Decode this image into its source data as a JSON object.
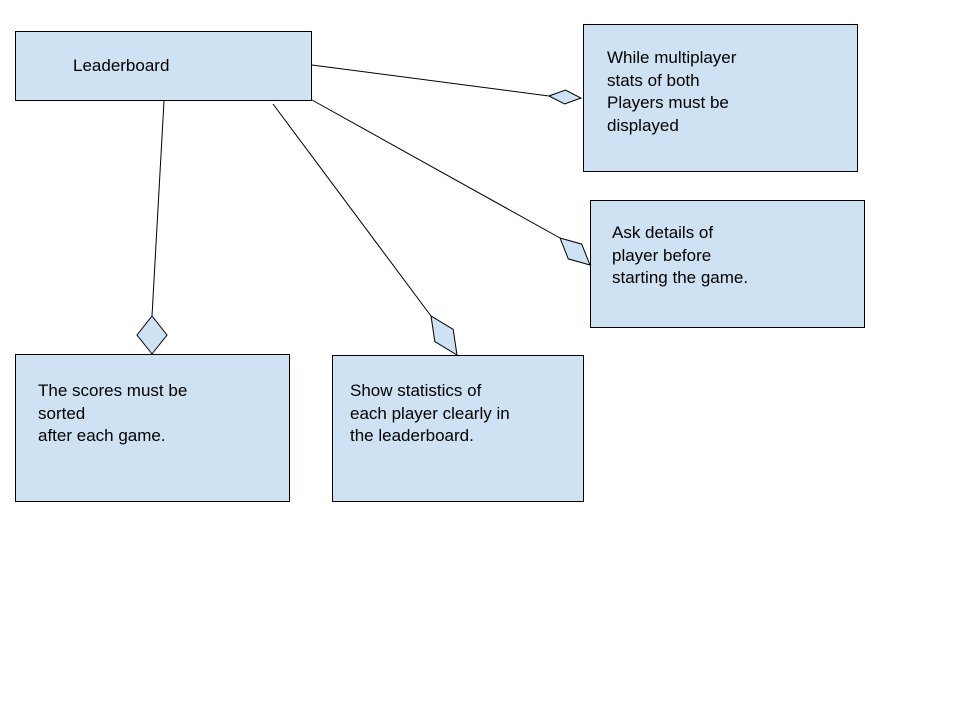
{
  "diagram": {
    "colors": {
      "box_fill": "#cfe2f3",
      "stroke": "#000000",
      "text": "#000000"
    },
    "central": {
      "label": "Leaderboard"
    },
    "nodes": [
      {
        "id": "multiplayer",
        "lines": [
          "While multiplayer",
          "stats of both",
          "Players must be",
          "displayed"
        ]
      },
      {
        "id": "ask",
        "lines": [
          "Ask details of",
          "player before",
          "starting the game."
        ]
      },
      {
        "id": "scores",
        "lines": [
          "The scores must be",
          "sorted",
          "after each game."
        ]
      },
      {
        "id": "stats",
        "lines": [
          "Show statistics of",
          "each player clearly in",
          "the leaderboard."
        ]
      }
    ],
    "connectors": [
      {
        "from": "central",
        "to": "multiplayer",
        "end_marker": "hollow-diamond"
      },
      {
        "from": "central",
        "to": "ask",
        "end_marker": "hollow-diamond"
      },
      {
        "from": "central",
        "to": "scores",
        "end_marker": "hollow-diamond"
      },
      {
        "from": "central",
        "to": "stats",
        "end_marker": "hollow-diamond"
      }
    ]
  }
}
